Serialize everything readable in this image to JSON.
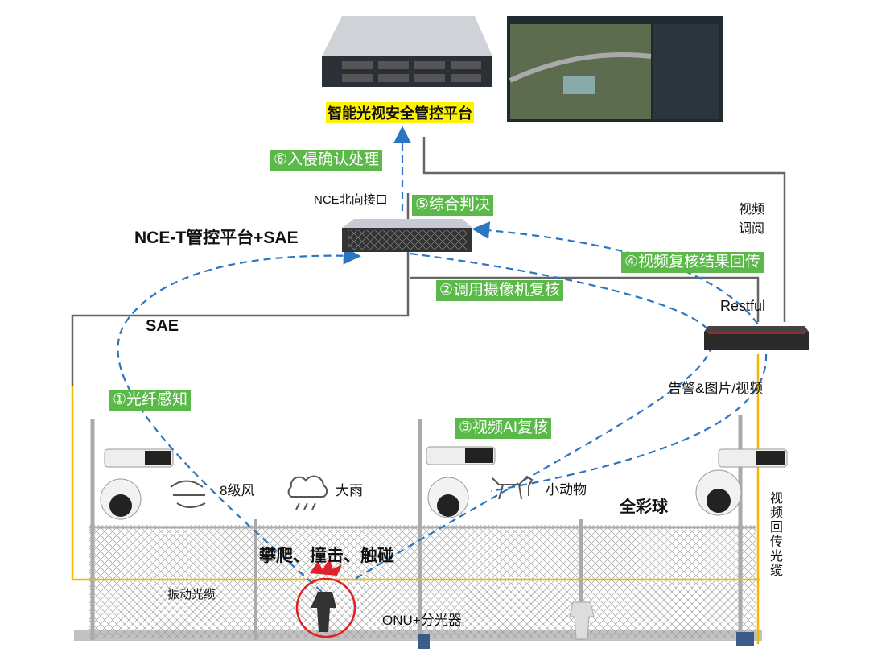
{
  "platform": {
    "title": "智能光视安全管控平台"
  },
  "nce": {
    "title": "NCE-T管控平台+SAE",
    "interface": "NCE北向接口"
  },
  "sae_label": "SAE",
  "restful_label": "Restful",
  "video_access_label": "视频调阅",
  "alarm_label": "告警&图片/视频",
  "steps": {
    "s1": "①光纤感知",
    "s2": "②调用摄像机复核",
    "s3": "③视频AI复核",
    "s4": "④视频复核结果回传",
    "s5": "⑤综合判决",
    "s6": "⑥入侵确认处理"
  },
  "events": {
    "wind": "8级风",
    "rain": "大雨",
    "animal": "小动物",
    "intrusion": "攀爬、撞击、触碰"
  },
  "camera_label": "全彩球",
  "cable_label": "振动光缆",
  "onu_label": "ONU+分光器",
  "return_cable_label": "视频回传光缆",
  "colors": {
    "step_bg": "#5bb94a",
    "highlight": "#fff200",
    "dash": "#2e75c0",
    "fiber": "#f5b800",
    "line": "#666666"
  }
}
